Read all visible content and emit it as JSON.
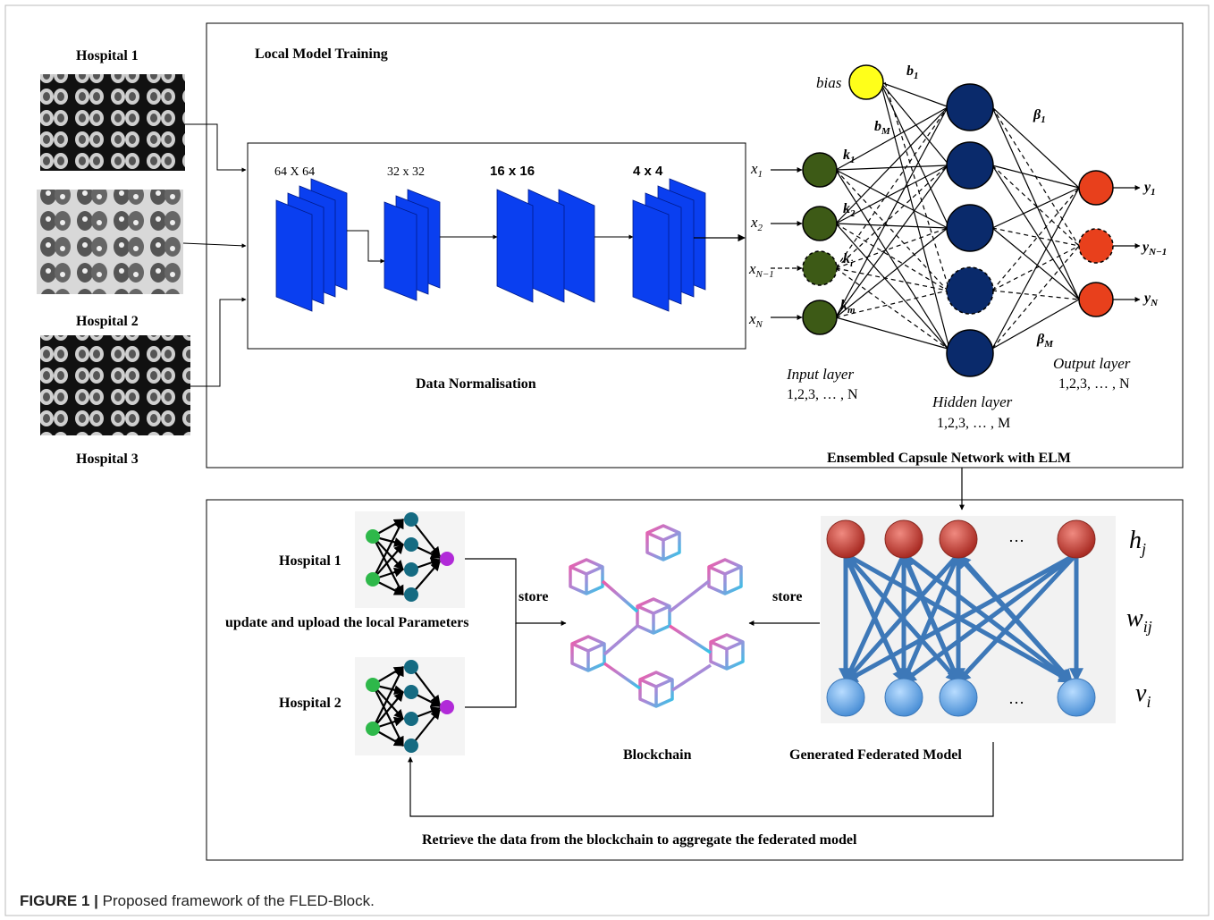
{
  "top_panel": {
    "title": "Local Model Training",
    "footer": "Ensembled Capsule Network with ELM",
    "hospitals": [
      "Hospital 1",
      "Hospital 2",
      "Hospital 3"
    ],
    "normalisation_label": "Data Normalisation",
    "stage_sizes": [
      "64 X 64",
      "32 x 32",
      "16 x 16",
      "4 x 4"
    ],
    "elm": {
      "bias_label": "bias",
      "b1": "b",
      "b1_sub": "1",
      "bM": "b",
      "bM_sub": "M",
      "beta1": "β",
      "beta1_sub": "1",
      "betaM": "β",
      "betaM_sub": "M",
      "inputs": [
        {
          "base": "x",
          "sub": "1"
        },
        {
          "base": "x",
          "sub": "2"
        },
        {
          "base": "x",
          "sub": "N−1"
        },
        {
          "base": "x",
          "sub": "N"
        }
      ],
      "weights": [
        {
          "base": "k",
          "sub": "1"
        },
        {
          "base": "k",
          "sub": "2"
        },
        {
          "base": "k",
          "sub": "i"
        },
        {
          "base": "k",
          "sub": "m"
        }
      ],
      "outputs": [
        {
          "base": "y",
          "sub": "1"
        },
        {
          "base": "y",
          "sub": "N−1"
        },
        {
          "base": "y",
          "sub": "N"
        }
      ],
      "input_layer": "Input layer",
      "input_range": "1,2,3, … , N",
      "hidden_layer": "Hidden layer",
      "hidden_range": "1,2,3, … , M",
      "output_layer": "Output layer",
      "output_range": "1,2,3, … , N"
    }
  },
  "bottom_panel": {
    "hospital1": "Hospital 1",
    "hospital2": "Hospital 2",
    "update_label": "update and upload the local Parameters",
    "store_left": "store",
    "store_right": "store",
    "blockchain_label": "Blockchain",
    "federated_label": "Generated Federated Model",
    "retrieve_label": "Retrieve the data from the blockchain to aggregate the federated model",
    "h_label": "h",
    "h_sub": "j",
    "w_label": "w",
    "w_sub": "ij",
    "v_label": "v",
    "v_sub": "i",
    "ellipsis": "…"
  },
  "caption": {
    "prefix": "FIGURE 1 |",
    "text": " Proposed framework of the FLED-Block."
  },
  "colors": {
    "cnn_blue": "#0a3ff0",
    "input_node": "#3d5a16",
    "hidden_node": "#0a2a6b",
    "output_node": "#e8401c",
    "bias_node": "#ffff1a",
    "fed_top": "#c0392b",
    "fed_bottom": "#5aa0e0",
    "fed_arrow": "#3d78b8"
  }
}
